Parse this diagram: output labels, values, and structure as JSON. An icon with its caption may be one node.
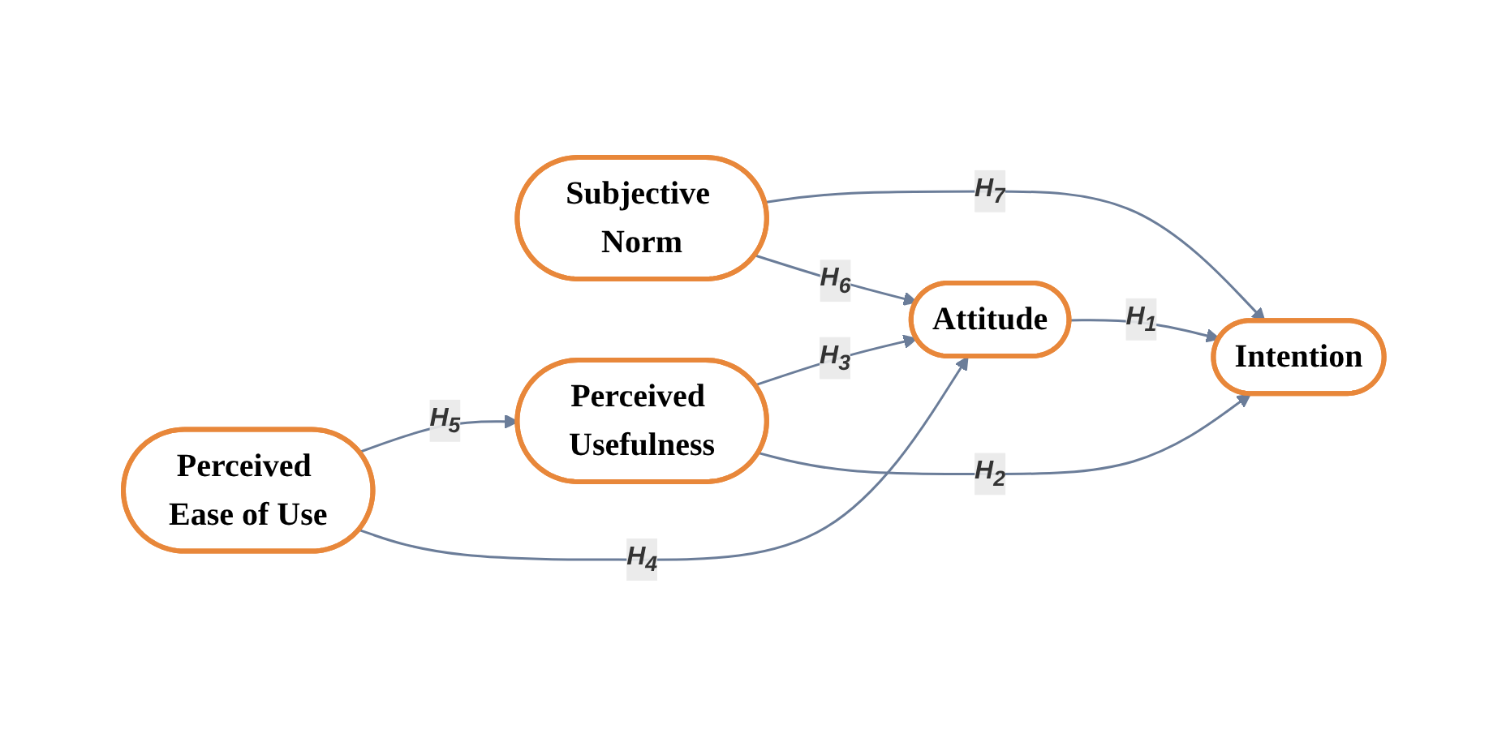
{
  "diagram": {
    "nodes": [
      {
        "text": [
          "Perceived Usefulness"
        ]
      },
      {
        "text": [
          "Attitude"
        ]
      },
      {
        "text": [
          "Intention"
        ]
      },
      {
        "text": [
          "Perceived Ease of Use"
        ]
      },
      {
        "text": [
          "Subjective Norm"
        ]
      }
    ],
    "edges": [
      {
        "from": 1,
        "to": 2,
        "arrow": "to",
        "label": "H$_{1}$"
      },
      {
        "from": 0,
        "to": 2,
        "arrow": "to",
        "label": "H$_{2}$"
      },
      {
        "from": 0,
        "to": 1,
        "arrow": "to",
        "label": "H$_{3}$"
      },
      {
        "from": 3,
        "to": 1,
        "arrow": "to",
        "label": "H$_{4}$"
      },
      {
        "from": 3,
        "to": 0,
        "arrow": "to",
        "label": "H$_{5}$"
      },
      {
        "from": 4,
        "to": 1,
        "arrow": "to",
        "label": "H$_{6}$"
      },
      {
        "from": 4,
        "to": 2,
        "arrow": "to",
        "label": "H$_{7}$"
      }
    ]
  }
}
